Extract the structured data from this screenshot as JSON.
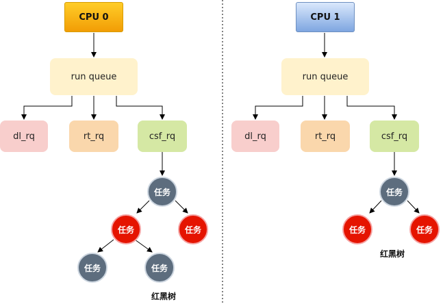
{
  "cpus": [
    {
      "label": "CPU 0",
      "queue": "run queue",
      "classes": [
        "dl_rq",
        "rt_rq",
        "csf_rq"
      ],
      "tree_nodes": [
        "任务",
        "任务",
        "任务",
        "任务",
        "任务"
      ],
      "tree_caption": "红黑树"
    },
    {
      "label": "CPU 1",
      "queue": "run queue",
      "classes": [
        "dl_rq",
        "rt_rq",
        "csf_rq"
      ],
      "tree_nodes": [
        "任务",
        "任务",
        "任务"
      ],
      "tree_caption": "红黑树"
    }
  ],
  "colors": {
    "cpu0": "#f29d05",
    "cpu1": "#7ea6e0",
    "run_queue": "#fff2cc",
    "dl_rq": "#f8cecc",
    "rt_rq": "#fad7ac",
    "csf_rq": "#d5e8a4",
    "black_node": "#5d6d7e",
    "red_node": "#e51400"
  }
}
